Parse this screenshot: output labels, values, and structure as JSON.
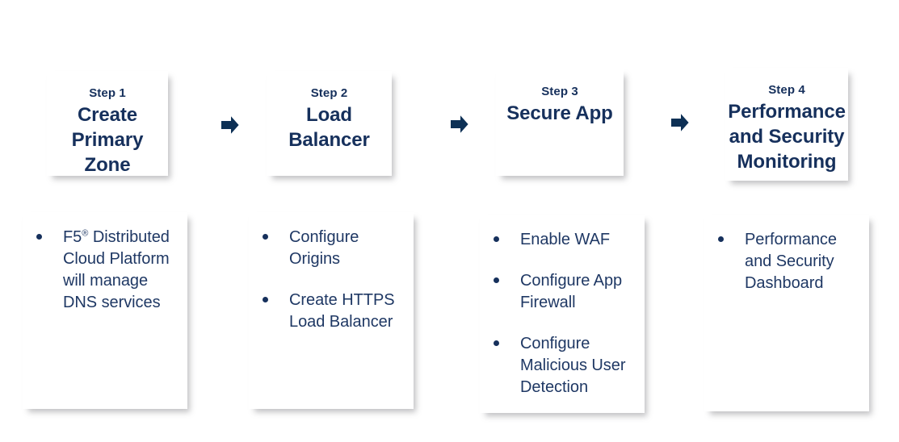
{
  "diagram": {
    "title": "F5 Distributed Cloud four step process",
    "type": "process-flow",
    "accent_color": "#16305c",
    "body_text_color": "#1f3864",
    "card_background": "#ffffff",
    "page_background": "#ffffff",
    "arrow_icon": "right-arrow-icon",
    "bullet_icon": "round-bullet-icon"
  },
  "steps": [
    {
      "label": "Step 1",
      "title": "Create Primary Zone",
      "bullets": [
        {
          "prefix": "F5",
          "superscript": "®",
          "text": " Distributed Cloud Platform will manage DNS services"
        }
      ]
    },
    {
      "label": "Step 2",
      "title": "Load Balancer",
      "bullets": [
        {
          "prefix": "",
          "superscript": "",
          "text": "Configure Origins"
        },
        {
          "prefix": "",
          "superscript": "",
          "text": "Create HTTPS Load Balancer"
        }
      ]
    },
    {
      "label": "Step 3",
      "title": "Secure App",
      "bullets": [
        {
          "prefix": "",
          "superscript": "",
          "text": "Enable WAF"
        },
        {
          "prefix": "",
          "superscript": "",
          "text": "Configure App Firewall"
        },
        {
          "prefix": "",
          "superscript": "",
          "text": "Configure Malicious User Detection"
        }
      ]
    },
    {
      "label": "Step 4",
      "title": "Performance and Security Monitoring",
      "bullets": [
        {
          "prefix": "",
          "superscript": "",
          "text": "Performance and Security Dashboard"
        }
      ]
    }
  ],
  "arrows": [
    {
      "name": "arrow-step1-to-step2"
    },
    {
      "name": "arrow-step2-to-step3"
    },
    {
      "name": "arrow-step3-to-step4"
    }
  ]
}
